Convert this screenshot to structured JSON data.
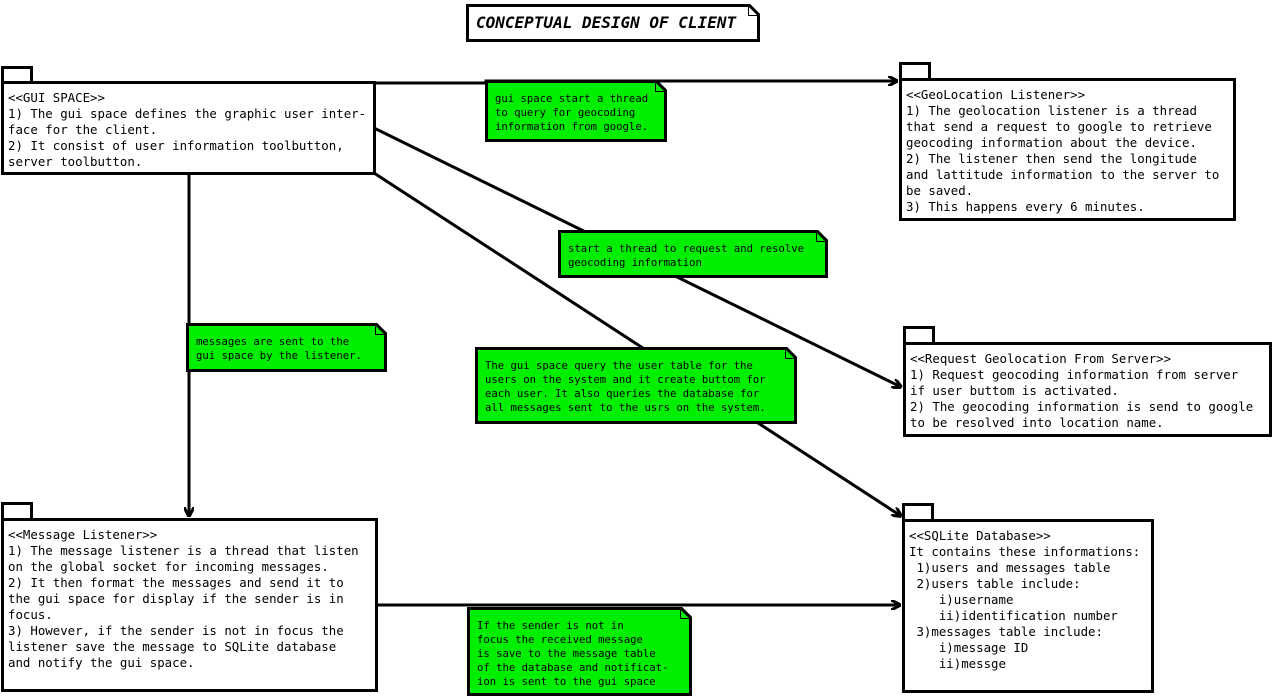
{
  "title": "CONCEPTUAL DESIGN OF CLIENT",
  "packages": {
    "gui_space": {
      "lines": [
        "<<GUI SPACE>>",
        "1) The gui space defines the graphic user inter-",
        "face for the client.",
        "2) It consist of user information toolbutton,",
        "server toolbutton."
      ]
    },
    "geolocation_listener": {
      "lines": [
        "<<GeoLocation Listener>>",
        "1) The geolocation listener is a thread",
        "that send a request to google to retrieve",
        "geocoding information about the device.",
        "2) The listener then send the longitude",
        "and lattitude information to the server to",
        "be saved.",
        "3) This happens every 6 minutes."
      ]
    },
    "request_geolocation": {
      "lines": [
        "<<Request Geolocation From Server>>",
        "1) Request geocoding information from server",
        "if user buttom is activated.",
        "2) The geocoding information is send to google",
        "to be resolved into location name."
      ]
    },
    "message_listener": {
      "lines": [
        "<<Message Listener>>",
        "1) The message listener is a thread that listen",
        "on the global socket for incoming messages.",
        "2) It then format the messages and send it to",
        "the gui space for display if the sender is in",
        "focus.",
        "3) However, if the sender is not in focus the",
        "listener save the message to SQLite database",
        "and notify the gui space."
      ]
    },
    "sqlite_database": {
      "lines": [
        "<<SQLite Database>>",
        "It contains these informations:",
        " 1)users and messages table",
        " 2)users table include:",
        "    i)username",
        "    ii)identification number",
        " 3)messages table include:",
        "    i)message ID",
        "    ii)messge"
      ]
    }
  },
  "notes": {
    "gui_thread": {
      "lines": [
        "gui space start a thread",
        "to query for geocoding",
        "information from google."
      ]
    },
    "request_thread": {
      "lines": [
        "start a thread to request and resolve",
        "geocoding information"
      ]
    },
    "messages_sent": {
      "lines": [
        "messages are sent to the",
        "gui space by the listener."
      ]
    },
    "user_table_query": {
      "lines": [
        "The gui space query the user table for the",
        "users on the system and it create buttom for",
        "each user. It also queries the database for",
        "all messages sent to the usrs on the system."
      ]
    },
    "sender_not_focus": {
      "lines": [
        "If the sender is not in",
        "focus the received message",
        "is save to the message table",
        "of the database and notificat-",
        "ion is sent to the gui space"
      ]
    }
  },
  "colors": {
    "note_fill": "#00ee00",
    "stroke": "#000000",
    "background": "#ffffff"
  }
}
